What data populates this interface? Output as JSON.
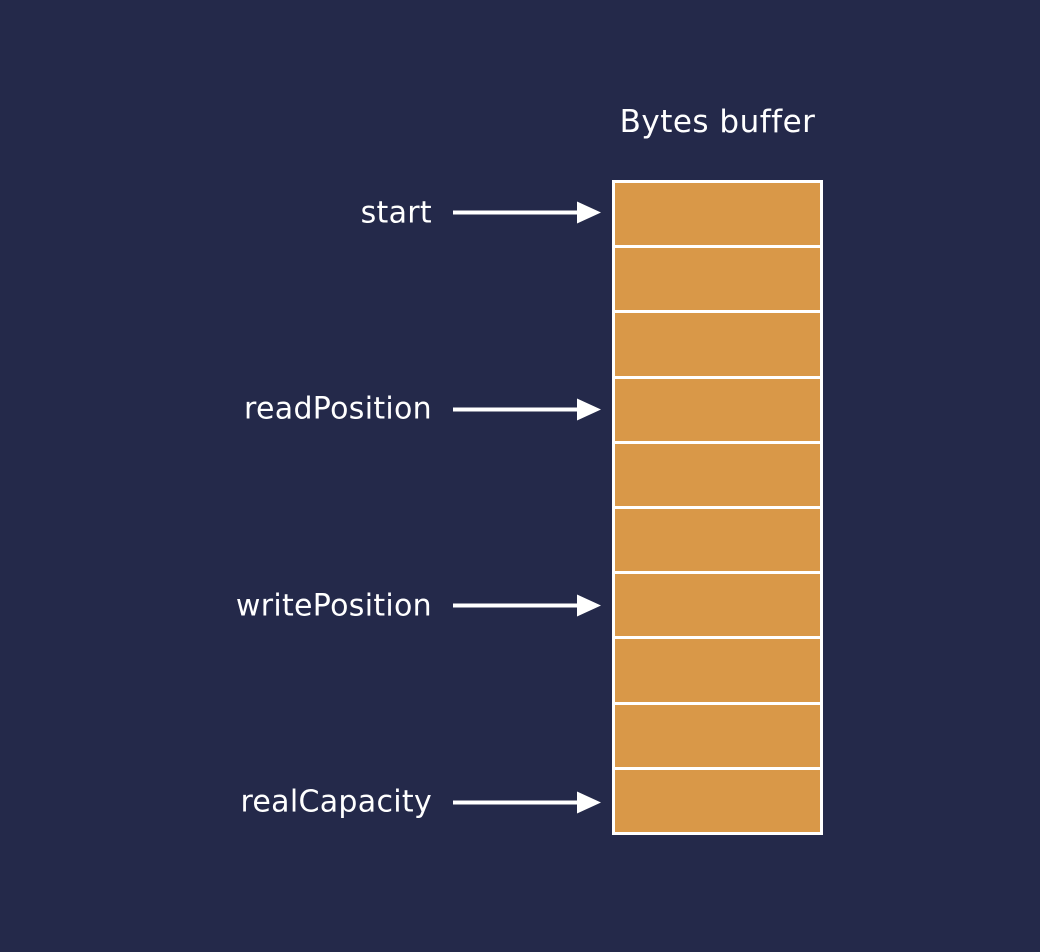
{
  "title": "Bytes buffer",
  "colors": {
    "background": "#24294a",
    "cell_fill": "#d99848",
    "line": "#ffffff"
  },
  "buffer": {
    "cell_count": 10
  },
  "pointers": [
    {
      "label": "start",
      "cell_index": 0
    },
    {
      "label": "readPosition",
      "cell_index": 3
    },
    {
      "label": "writePosition",
      "cell_index": 6
    },
    {
      "label": "realCapacity",
      "cell_index": 9
    }
  ]
}
